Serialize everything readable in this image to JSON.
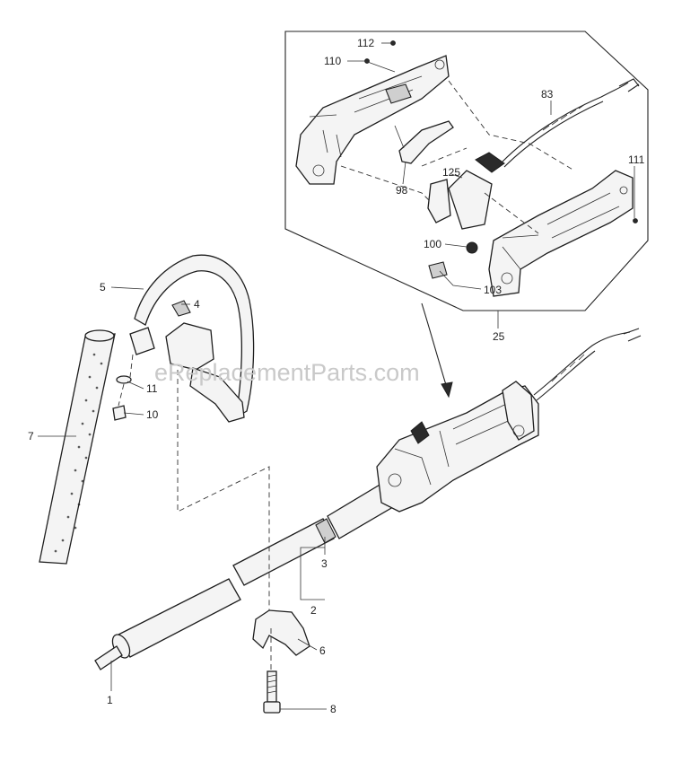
{
  "watermark": "eReplacementParts.com",
  "callouts": {
    "p1": "1",
    "p2": "2",
    "p3": "3",
    "p4": "4",
    "p5": "5",
    "p6": "6",
    "p7": "7",
    "p8": "8",
    "p10": "10",
    "p11": "11",
    "p25": "25",
    "p83": "83",
    "p98": "98",
    "p100": "100",
    "p103": "103",
    "p110": "110",
    "p111": "111",
    "p112": "112",
    "p125": "125"
  }
}
